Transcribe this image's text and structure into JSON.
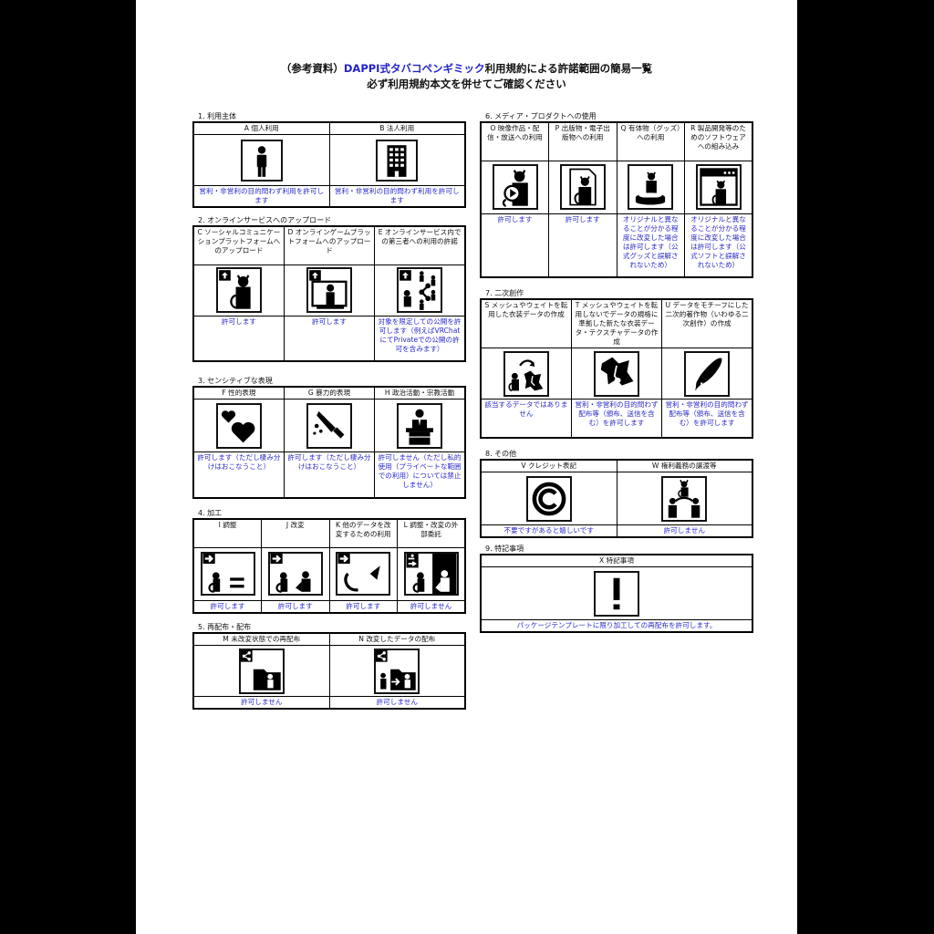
{
  "title": {
    "line1_prefix": "（参考資料）",
    "line1_accent": "DAPPI式タバコペンギミック",
    "line1_suffix": "利用規約による許諾範囲の簡易一覧",
    "line2": "必ず利用規約本文を併せてご確認ください"
  },
  "colors": {
    "accent": "#2323c8",
    "result_text": "#2a2ac8",
    "border": "#000000"
  },
  "sections": [
    {
      "heading": "1. 利用主体",
      "cells": [
        {
          "label": "A 個人利用",
          "icon": "person-icon",
          "result": "営利・非営利の目的問わず利用を許可します"
        },
        {
          "label": "B 法人利用",
          "icon": "building-icon",
          "result": "営利・非営利の目的問わず利用を許可します"
        }
      ]
    },
    {
      "heading": "2. オンラインサービスへのアップロード",
      "cells": [
        {
          "label": "C ソーシャルコミュニケーションプラットフォームへのアップロード",
          "icon": "upload-avatar-icon",
          "result": "許可します"
        },
        {
          "label": "D オンラインゲームプラットフォームへのアップロード",
          "icon": "upload-monitor-icon",
          "result": "許可します"
        },
        {
          "label": "E オンラインサービス内での第三者への利用の許諾",
          "icon": "upload-share-icon",
          "result": "対象を限定しての公開を許可します（例えばVRChatにてPrivateでの公開の許可を含みます）"
        }
      ]
    },
    {
      "heading": "3. センシティブな表現",
      "cells": [
        {
          "label": "F 性的表現",
          "icon": "hearts-icon",
          "result": "許可します（ただし棲み分けはおこなうこと）"
        },
        {
          "label": "G 暴力的表現",
          "icon": "knife-icon",
          "result": "許可します（ただし棲み分けはおこなうこと）"
        },
        {
          "label": "H 政治活動・宗教活動",
          "icon": "podium-icon",
          "result": "許可しません（ただし私的使用（プライベートな範囲での利用）については禁止しません）"
        }
      ]
    },
    {
      "heading": "4. 加工",
      "cells": [
        {
          "label": "I 調整",
          "icon": "adjust-icon",
          "result": "許可します"
        },
        {
          "label": "J 改変",
          "icon": "modify-icon",
          "result": "許可します"
        },
        {
          "label": "K 他のデータを改変するための利用",
          "icon": "parts-icon",
          "result": "許可します"
        },
        {
          "label": "L 調整・改変の外部委託",
          "icon": "outsource-icon",
          "result": "許可しません"
        }
      ]
    },
    {
      "heading": "5. 再配布・配布",
      "cells": [
        {
          "label": "M 未改変状態での再配布",
          "icon": "redistribute-icon",
          "result": "許可しません"
        },
        {
          "label": "N 改変したデータの配布",
          "icon": "distribute-modified-icon",
          "result": "許可しません"
        }
      ]
    },
    {
      "heading": "6. メディア・プロダクトへの使用",
      "cells": [
        {
          "label": "O 映像作品・配信・放送への利用",
          "icon": "video-icon",
          "result": "許可します"
        },
        {
          "label": "P 出版物・電子出版物への利用",
          "icon": "publication-icon",
          "result": "許可します"
        },
        {
          "label": "Q 有体物（グッズ）への利用",
          "icon": "figure-icon",
          "result": "オリジナルと異なることが分かる程度に改変した場合は許可します（公式グッズと誤解されないため）"
        },
        {
          "label": "R 製品開発等のためのソフトウェアへの組み込み",
          "icon": "software-icon",
          "result": "オリジナルと異なることが分かる程度に改変した場合は許可します（公式ソフトと誤解されないため）"
        }
      ]
    },
    {
      "heading": "7. 二次創作",
      "cells": [
        {
          "label": "S メッシュやウェイトを転用した衣装データの作成",
          "icon": "costume-transfer-icon",
          "result": "該当するデータではありません"
        },
        {
          "label": "T メッシュやウェイトを転用しないでデータの規格に準拠した新たな衣装データ・テクスチャデータの作成",
          "icon": "costume-icon",
          "result": "営利・非営利の目的問わず配布等（頒布、送信を含む）を許可します"
        },
        {
          "label": "U データをモチーフにした二次的著作物（いわゆる二次創作）の作成",
          "icon": "pen-icon",
          "result": "営利・非営利の目的問わず配布等（頒布、送信を含む）を許可します"
        }
      ]
    },
    {
      "heading": "8. その他",
      "cells": [
        {
          "label": "V クレジット表記",
          "icon": "copyright-icon",
          "result": "不要ですがあると嬉しいです"
        },
        {
          "label": "W 権利義務の譲渡等",
          "icon": "transfer-rights-icon",
          "result": "許可しません"
        }
      ]
    },
    {
      "heading": "9. 特記事項",
      "cells": [
        {
          "label": "X 特記事項",
          "icon": "exclamation-icon",
          "result": "パッケージテンプレートに限り加工しての再配布を許可します。"
        }
      ]
    }
  ]
}
